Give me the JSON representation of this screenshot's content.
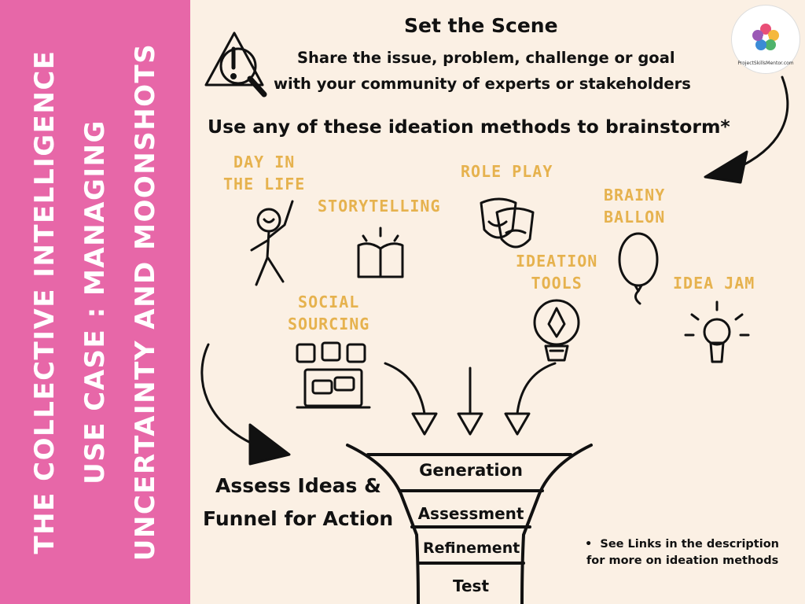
{
  "sidebar": {
    "lines": [
      "THE COLLECTIVE INTELLIGENCE",
      "USE CASE : MANAGING",
      "UNCERTAINTY AND MOONSHOTS"
    ]
  },
  "header": {
    "title": "Set the Scene",
    "subtitle_line1": "Share the issue, problem, challenge or goal",
    "subtitle_line2": "with your community of experts or stakeholders"
  },
  "ideation_heading": "Use any of these ideation methods to brainstorm*",
  "methods": [
    {
      "line1": "DAY IN",
      "line2": "THE LIFE",
      "icon": "stick-figure-icon"
    },
    {
      "line1": "STORYTELLING",
      "line2": "",
      "icon": "open-book-icon"
    },
    {
      "line1": "ROLE PLAY",
      "line2": "",
      "icon": "theater-masks-icon"
    },
    {
      "line1": "BRAINY",
      "line2": "BALLON",
      "icon": "balloon-icon"
    },
    {
      "line1": "IDEATION",
      "line2": "TOOLS",
      "icon": "pen-tool-bulb-icon"
    },
    {
      "line1": "IDEA JAM",
      "line2": "",
      "icon": "lightbulb-icon"
    },
    {
      "line1": "SOCIAL",
      "line2": "SOURCING",
      "icon": "social-laptop-icon"
    }
  ],
  "funnel": {
    "stages": [
      "Generation",
      "Assessment",
      "Refinement",
      "Test"
    ]
  },
  "assess": {
    "line1": "Assess Ideas &",
    "line2": "Funnel for Action"
  },
  "footnote": {
    "line1": "See Links in the description",
    "line2": "for more on ideation methods"
  },
  "logo": {
    "text": "ProjectSkillsMentor.com"
  },
  "colors": {
    "sidebar": "#e767a8",
    "background": "#fbf0e4",
    "method_label": "#e6b24e"
  }
}
